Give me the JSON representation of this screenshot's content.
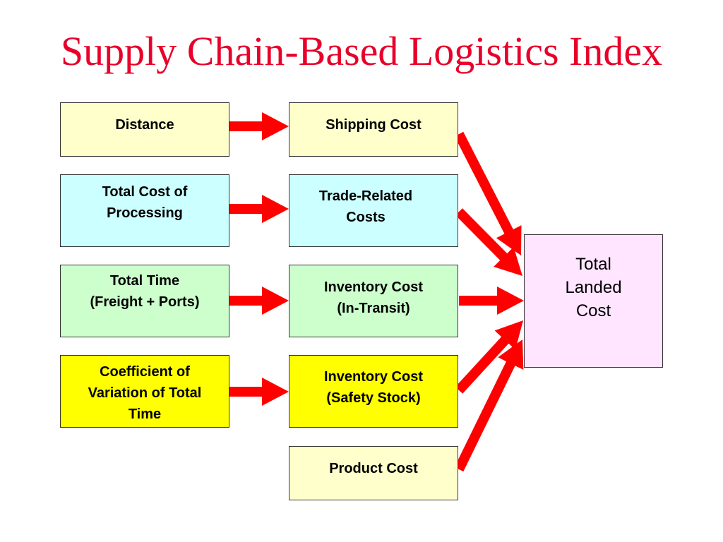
{
  "title": "Supply Chain-Based Logistics Index",
  "colors": {
    "title": "#e8002a",
    "arrow": "#ff0000",
    "pale_yellow": "#ffffcc",
    "light_cyan": "#ccffff",
    "light_green": "#ccffcc",
    "bright_yellow": "#ffff00",
    "light_pink": "#ffe5ff"
  },
  "inputs": [
    "Distance",
    "Total Cost of\nProcessing",
    "Total Time\n(Freight + Ports)",
    "Coefficient of\nVariation of Total\nTime"
  ],
  "costs": [
    "Shipping Cost",
    "Trade-Related\nCosts",
    "Inventory Cost\n(In-Transit)",
    "Inventory Cost\n(Safety Stock)",
    "Product Cost"
  ],
  "result": "Total\nLanded\nCost"
}
